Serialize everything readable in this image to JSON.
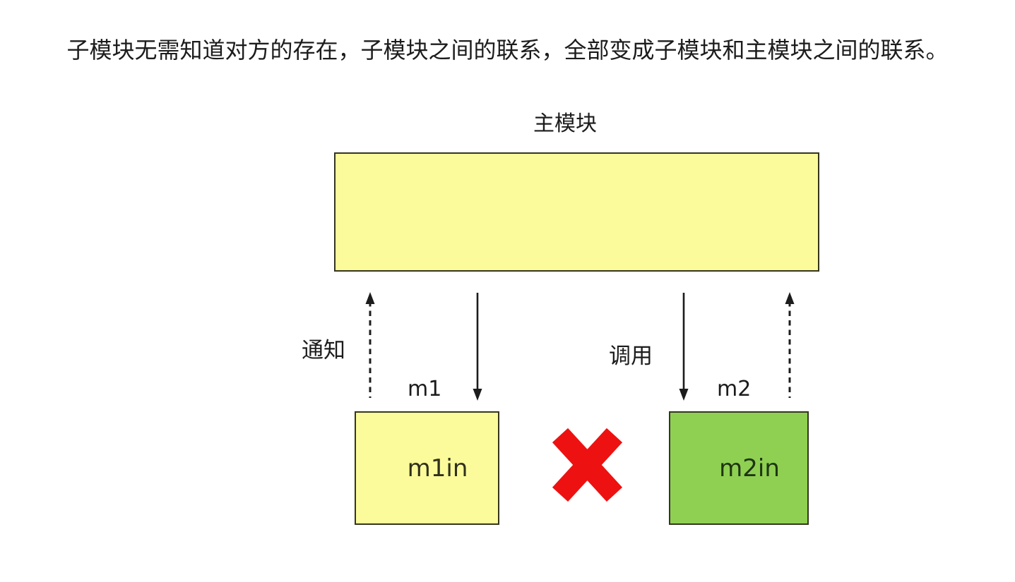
{
  "title": "子模块无需知道对方的存在，子模块之间的联系，全部变成子模块和主模块之间的联系。",
  "diagram": {
    "main_module_label": "主模块",
    "notify_label": "通知",
    "call_label": "调用",
    "m1": {
      "label": "m1",
      "inner_label": "m1in"
    },
    "m2": {
      "label": "m2",
      "inner_label": "m2in"
    },
    "icons": {
      "forbidden_link": "red-x-cross-icon",
      "notify_arrow": "dashed-up-arrow-icon",
      "call_arrow": "solid-down-arrow-icon"
    },
    "colors": {
      "main_module_fill": "#fbfb9b",
      "m1_fill": "#fbfb9b",
      "m2_fill": "#8fd053",
      "box_border": "#35351f",
      "arrow_color": "#1c1c1c",
      "cross_red": "#ee1111",
      "text_color": "#1c1c1c",
      "m2_text_color": "#1e3510"
    }
  }
}
